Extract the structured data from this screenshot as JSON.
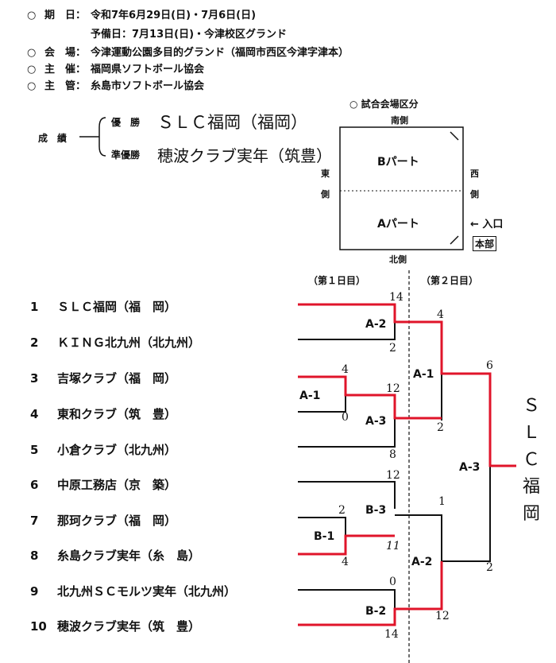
{
  "info": [
    {
      "bullet": "○",
      "label": "期　日：",
      "value": "令和7年6月29日(日)・7月6日(日)"
    },
    {
      "bullet": "",
      "label": "",
      "value": "予備日：7月13日(日)・今津校区グランド"
    },
    {
      "bullet": "○",
      "label": "会　場：",
      "value": "今津運動公園多目的グランド（福岡市西区今津字津本）"
    },
    {
      "bullet": "○",
      "label": "主　催：",
      "value": "福岡県ソフトボール協会"
    },
    {
      "bullet": "○",
      "label": "主　管：",
      "value": "糸島市ソフトボール協会"
    }
  ],
  "results": {
    "label": "成　績",
    "winner_label": "優　勝",
    "winner": "ＳＬＣ福岡（福岡）",
    "runnerup_label": "準優勝",
    "runnerup": "穂波クラブ実年（筑豊）"
  },
  "venue": {
    "title": "○ 試合会場区分",
    "south": "南側",
    "north": "北側",
    "east": [
      "東",
      "側"
    ],
    "west": [
      "西",
      "側"
    ],
    "part_b": "Bパート",
    "part_a": "Aパート",
    "entrance": "← 入口",
    "hq": "本部"
  },
  "bracket": {
    "day1": "（第１日目）",
    "day2": "（第２日目）",
    "champion_vertical": [
      "Ｓ",
      "Ｌ",
      "Ｃ",
      "福",
      "岡"
    ],
    "matches": [
      "A-2",
      "A-1",
      "A-3",
      "B-3",
      "B-1",
      "B-2",
      "A-1",
      "A-2",
      "A-3"
    ],
    "scores": [
      "14",
      "2",
      "4",
      "12",
      "0",
      "8",
      "12",
      "2",
      "11",
      "4",
      "0",
      "14",
      "4",
      "2",
      "1",
      "12",
      "6",
      "2"
    ]
  },
  "teams": [
    {
      "num": "1",
      "name": "ＳＬＣ福岡（福　岡）"
    },
    {
      "num": "2",
      "name": "ＫＩＮＧ北九州（北九州）"
    },
    {
      "num": "3",
      "name": "吉塚クラブ（福　岡）"
    },
    {
      "num": "4",
      "name": "東和クラブ（筑　豊）"
    },
    {
      "num": "5",
      "name": "小倉クラブ（北九州）"
    },
    {
      "num": "6",
      "name": "中原工務店（京　築）"
    },
    {
      "num": "7",
      "name": "那珂クラブ（福　岡）"
    },
    {
      "num": "8",
      "name": "糸島クラブ実年（糸　島）"
    },
    {
      "num": "9",
      "name": "北九州ＳＣモルツ実年（北九州）"
    },
    {
      "num": "10",
      "name": "穂波クラブ実年（筑　豊）"
    }
  ],
  "colors": {
    "winner_line": "#e0142a",
    "line": "#111111"
  }
}
